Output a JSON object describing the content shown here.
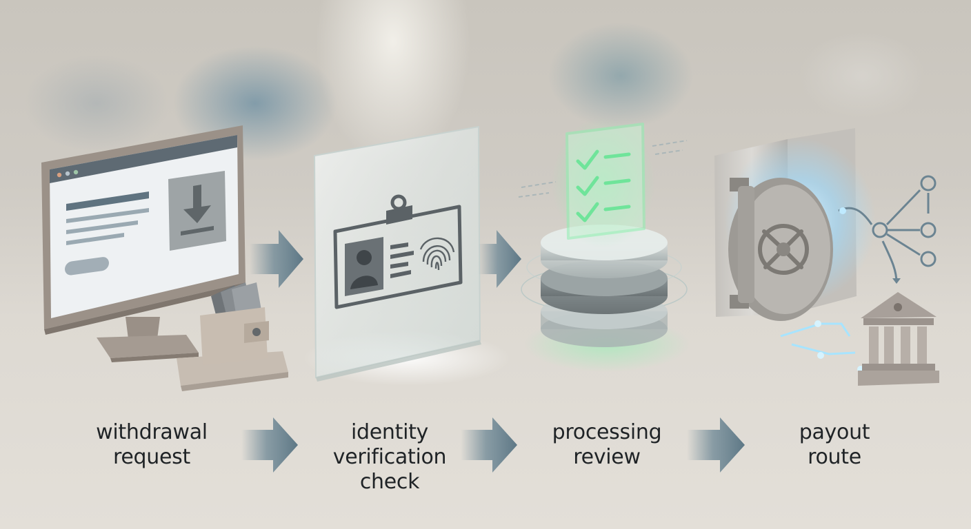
{
  "steps": [
    {
      "id": "withdrawal-request",
      "lines": [
        "withdrawal",
        "request"
      ],
      "icon": "monitor-download-icon"
    },
    {
      "id": "identity-verification-check",
      "lines": [
        "identity",
        "verification",
        "check"
      ],
      "icon": "id-card-fingerprint-icon"
    },
    {
      "id": "processing-review",
      "lines": [
        "processing",
        "review"
      ],
      "icon": "checklist-stack-icon"
    },
    {
      "id": "payout-route",
      "lines": [
        "payout",
        "route"
      ],
      "icon": "vault-bank-icon"
    }
  ],
  "connector_icon": "arrow-right-icon",
  "colors": {
    "text": "#1f2326",
    "arrow": "#6b8694",
    "glow_green": "#8ff0b0",
    "glow_blue": "#9fdcff",
    "device_grey": "#8f867c",
    "screen_bg": "#eef1f3"
  }
}
